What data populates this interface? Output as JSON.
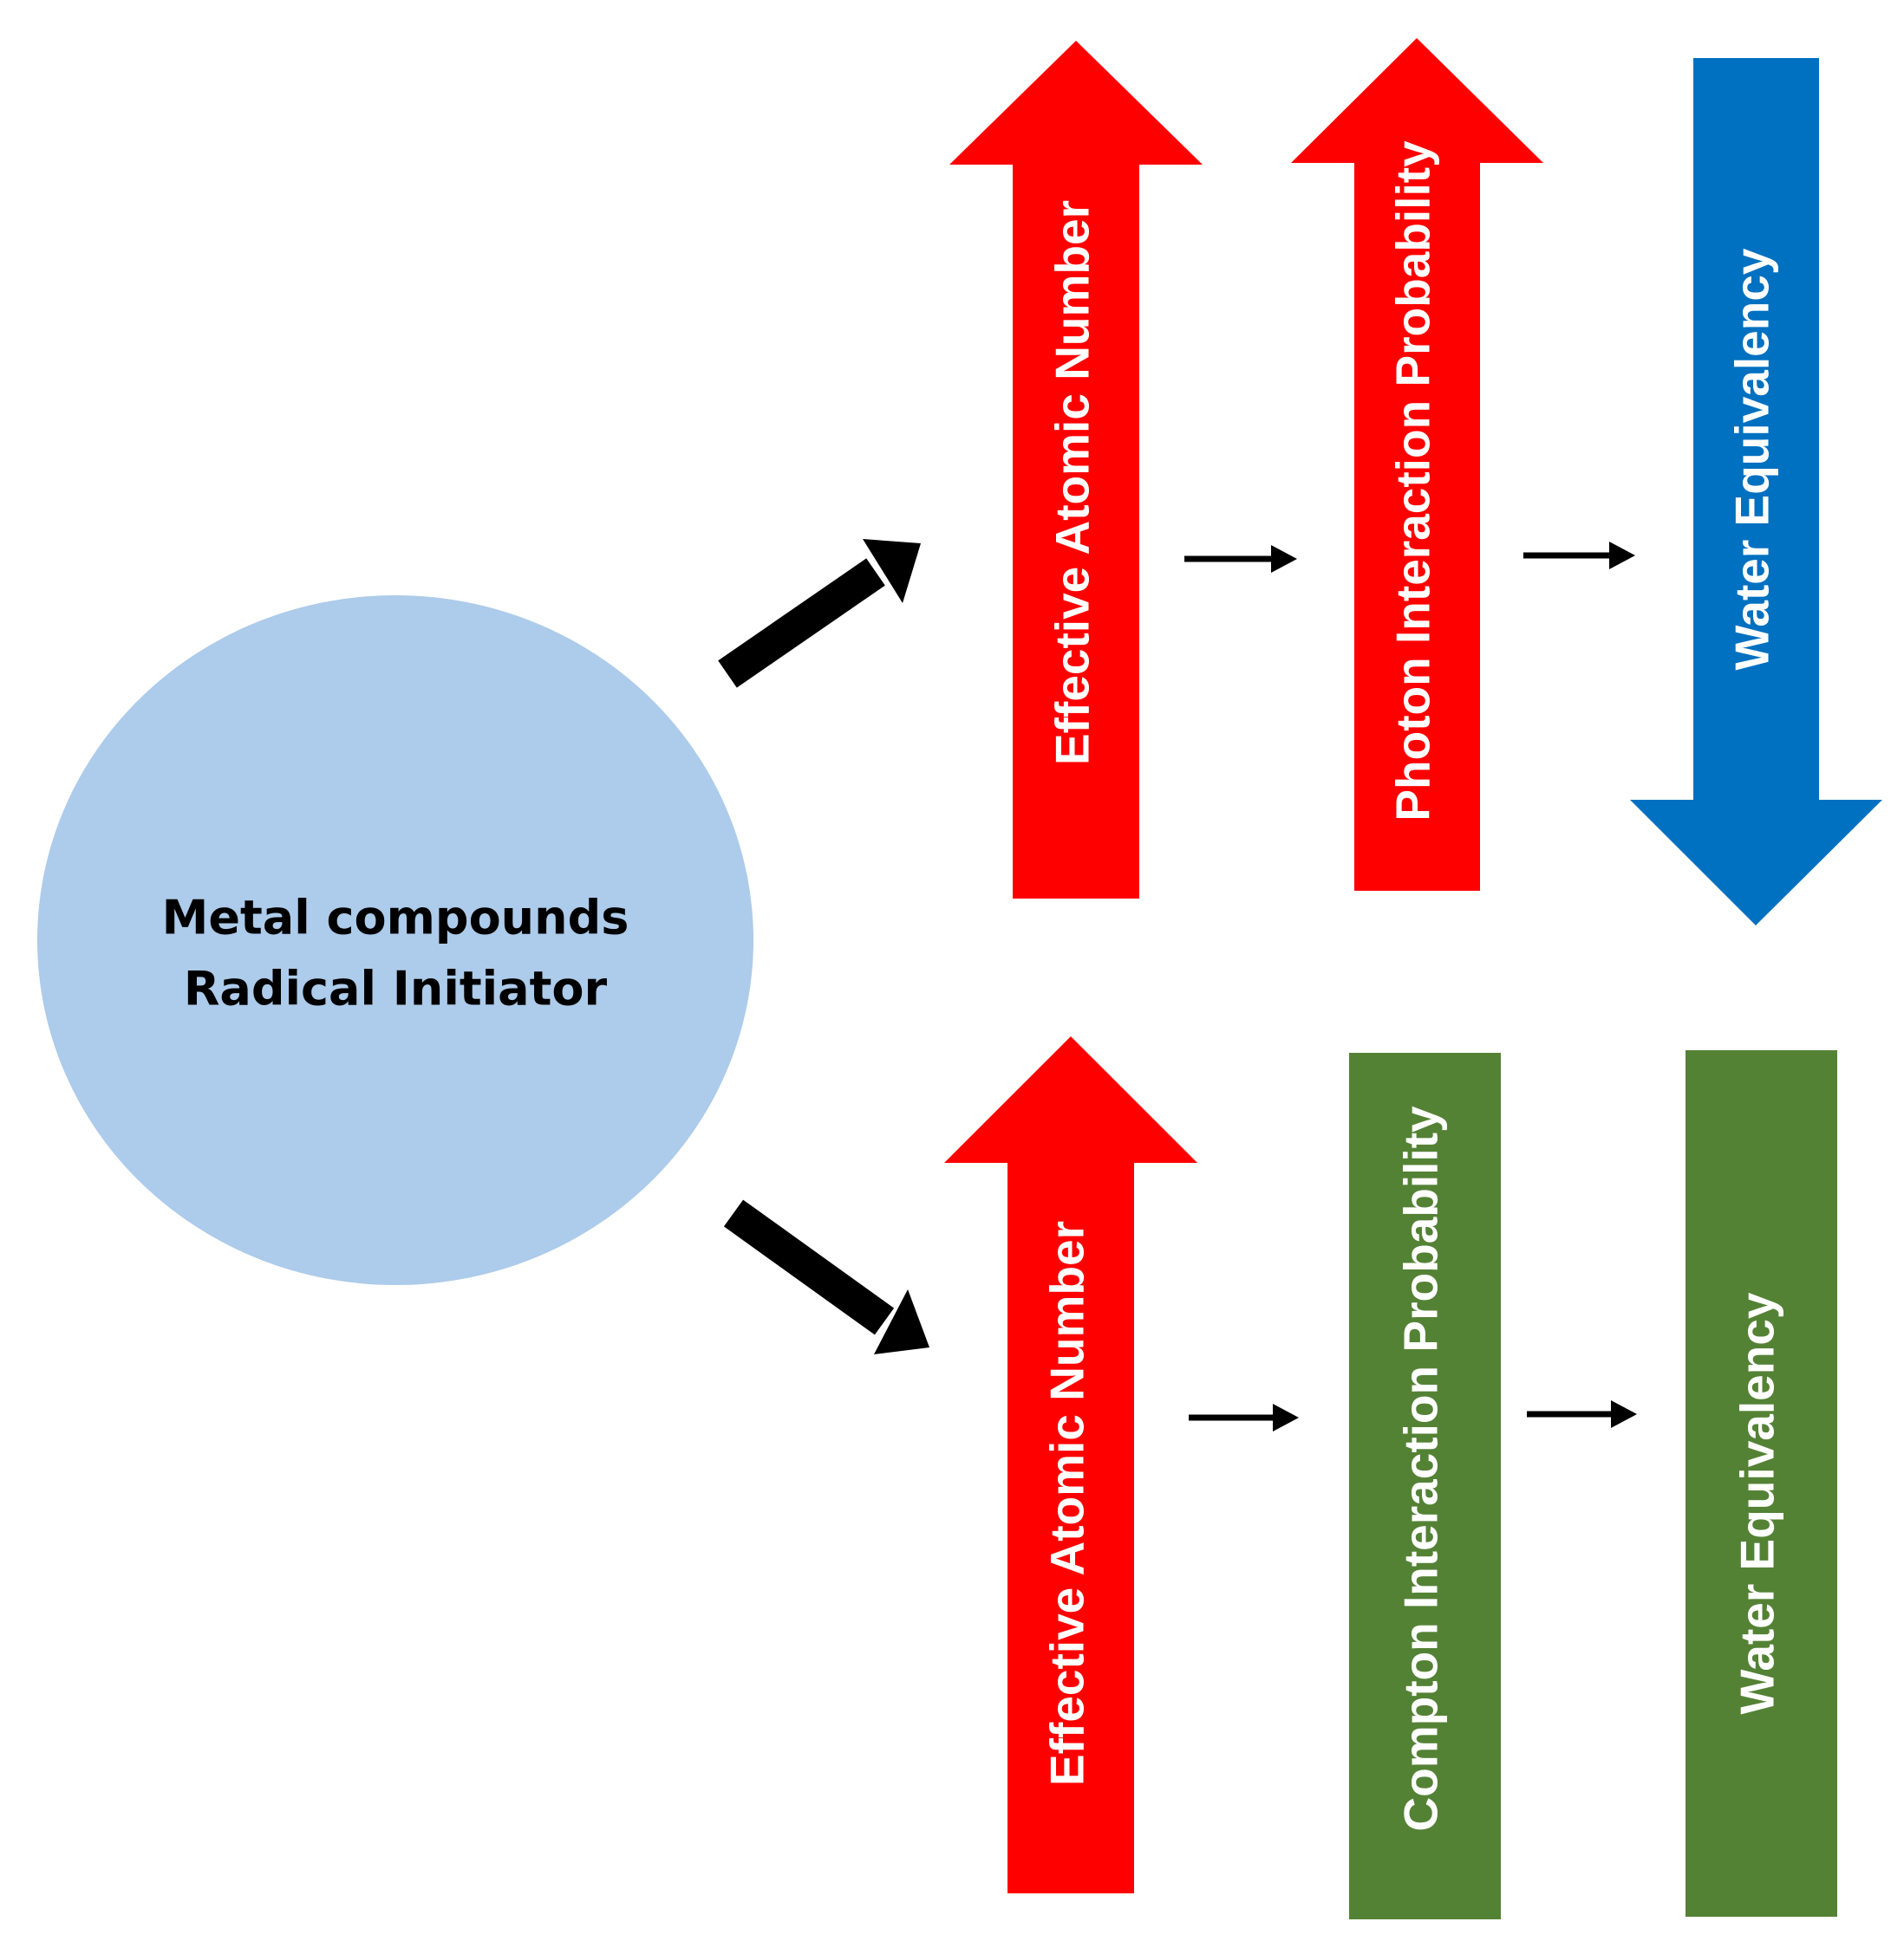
{
  "source": {
    "line1": "Metal compounds",
    "line2": "Radical Initiator"
  },
  "top_row": {
    "step1": "Effective Atomic Number",
    "step2": "Photon Interaction Probability",
    "step3": "Water Equivalency"
  },
  "bottom_row": {
    "step1": "Effective Atomic Number",
    "step2": "Compton Interaction Probability",
    "step3": "Water Equivalency"
  },
  "colors": {
    "circle": "#adcbea",
    "increase": "#ff0000",
    "decrease": "#0070c0",
    "unchanged": "#548235",
    "connector": "#000000",
    "label": "#ffffff",
    "source_text": "#000000"
  }
}
